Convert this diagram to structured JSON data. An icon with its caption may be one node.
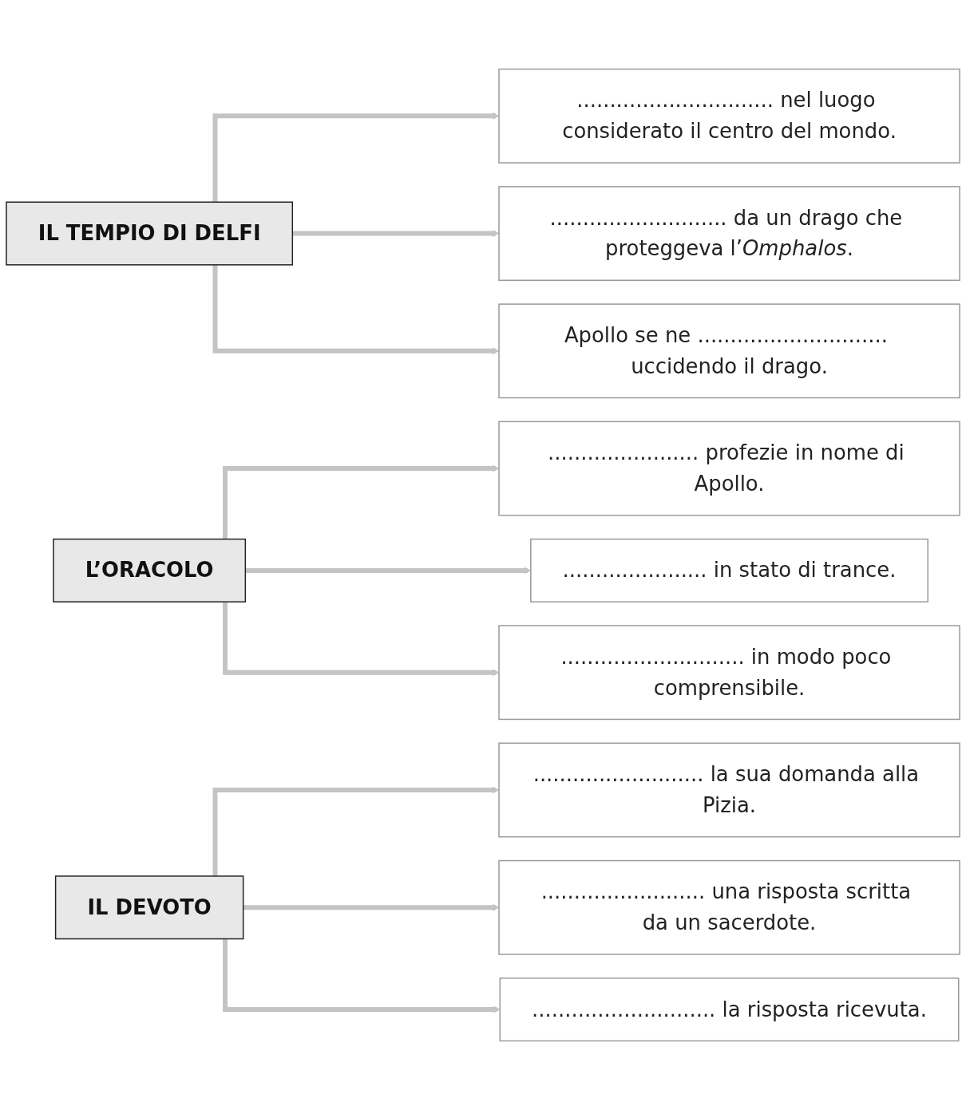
{
  "diagram": {
    "nodes": [
      {
        "text": [
          "IL TEMPIO DI DELFI"
        ]
      },
      {
        "text": [
          ".............................. nel luogo considerato il centro del mondo."
        ]
      },
      {
        "text": [
          "........................... da un drago che proteggeva l’*Omphalos*."
        ]
      },
      {
        "text": [
          "Apollo se ne ............................. uccidendo il drago."
        ]
      },
      {
        "text": [
          "L’ORACOLO"
        ]
      },
      {
        "text": [
          "....................... profezie in nome di Apollo."
        ]
      },
      {
        "text": [
          "...................... in stato di trance."
        ]
      },
      {
        "text": [
          "............................ in modo poco comprensibile."
        ]
      },
      {
        "text": [
          "IL DEVOTO"
        ]
      },
      {
        "text": [
          ".......................... la sua domanda alla Pizia."
        ]
      },
      {
        "text": [
          "......................... una risposta scritta da un sacerdote."
        ]
      },
      {
        "text": [
          "............................ la risposta ricevuta."
        ]
      }
    ],
    "edges": [
      {
        "from": 0,
        "to": 1,
        "arrow": "to"
      },
      {
        "from": 0,
        "to": 2,
        "arrow": "to"
      },
      {
        "from": 0,
        "to": 3,
        "arrow": "to"
      },
      {
        "from": 4,
        "to": 5,
        "arrow": "to"
      },
      {
        "from": 4,
        "to": 6,
        "arrow": "to"
      },
      {
        "from": 4,
        "to": 7,
        "arrow": "to"
      },
      {
        "from": 8,
        "to": 9,
        "arrow": "to"
      },
      {
        "from": 8,
        "to": 10,
        "arrow": "to"
      },
      {
        "from": 8,
        "to": 11,
        "arrow": "to"
      }
    ]
  }
}
